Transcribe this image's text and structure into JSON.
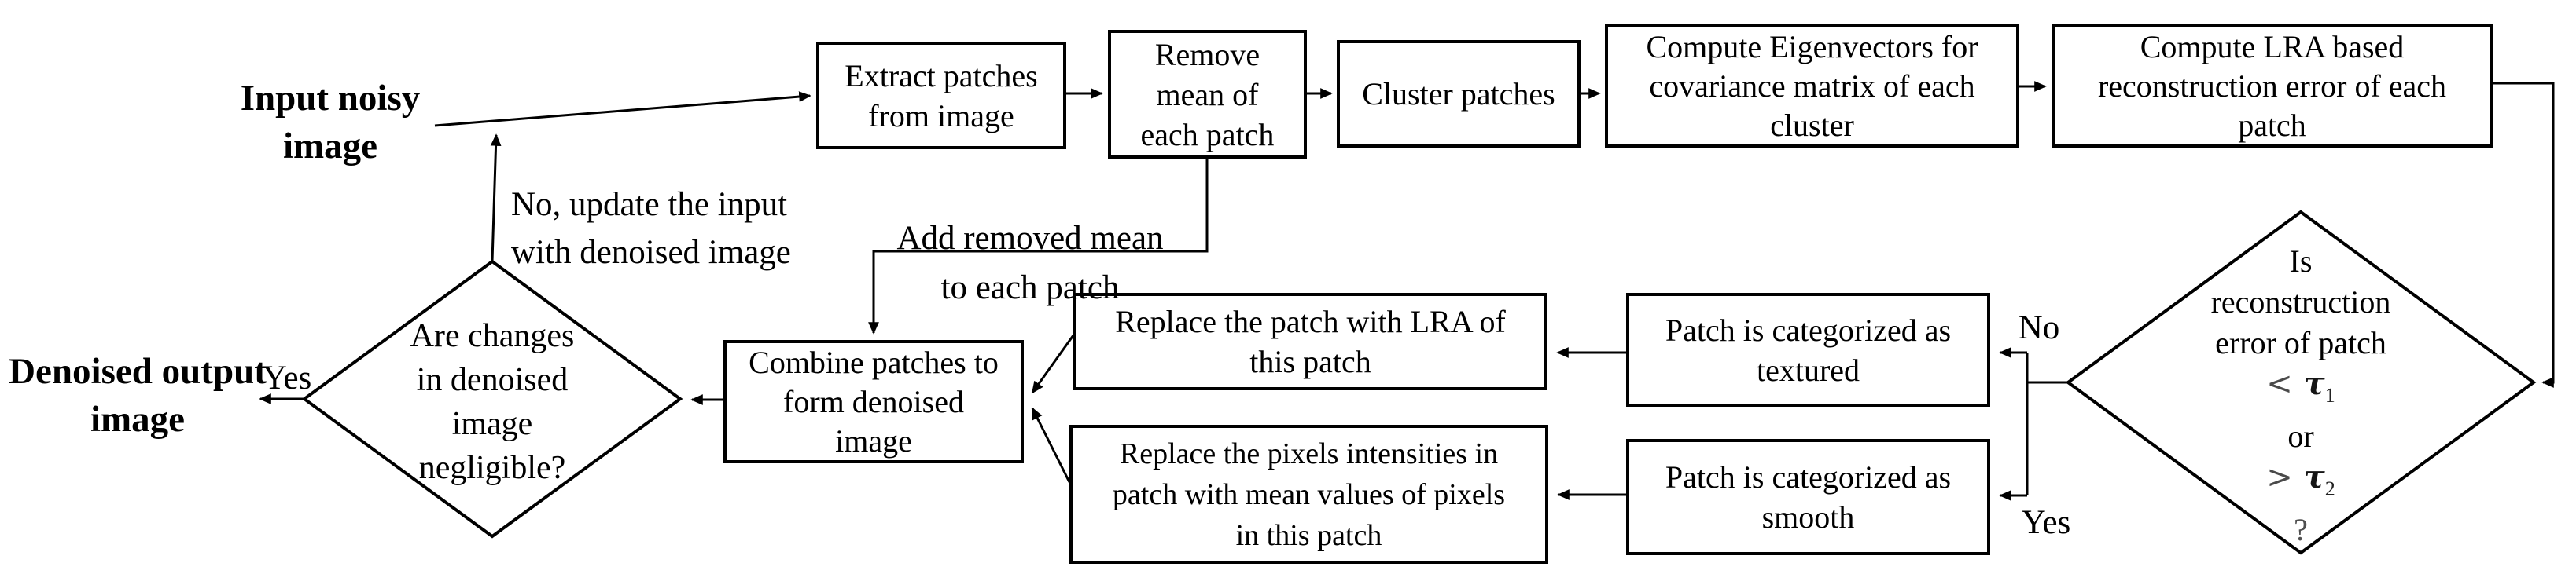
{
  "diagram_type": "flowchart",
  "topic": "patch-based image denoising pipeline",
  "nodes": {
    "input_label": {
      "lines": [
        "Input noisy",
        "image"
      ]
    },
    "extract": {
      "lines": [
        "Extract patches",
        "from image"
      ]
    },
    "remove_mean": {
      "lines": [
        "Remove",
        "mean of",
        "each patch"
      ]
    },
    "cluster": {
      "lines": [
        "Cluster patches"
      ]
    },
    "eigenvectors": {
      "lines": [
        "Compute Eigenvectors for",
        "covariance matrix of each",
        "cluster"
      ]
    },
    "lra_error": {
      "lines": [
        "Compute LRA based",
        "reconstruction error of each",
        "patch"
      ]
    },
    "decision_threshold": {
      "lines": [
        "Is",
        "reconstruction",
        "error of  patch"
      ],
      "cmp1": {
        "op": "<",
        "sym": "τ",
        "sub": "1"
      },
      "or_text": "or",
      "cmp2": {
        "op": ">",
        "sym": "τ",
        "sub": "2"
      },
      "question": "?"
    },
    "textured": {
      "lines": [
        "Patch is categorized as",
        "textured"
      ]
    },
    "smooth": {
      "lines": [
        "Patch is categorized as",
        "smooth"
      ]
    },
    "replace_lra": {
      "lines": [
        "Replace the patch with LRA of",
        "this patch"
      ]
    },
    "replace_pixels": {
      "lines": [
        "Replace the pixels intensities in",
        "patch with mean values of pixels",
        "in this patch"
      ]
    },
    "combine": {
      "lines": [
        "Combine patches to",
        "form denoised",
        "image"
      ]
    },
    "decision_changes": {
      "lines": [
        "Are changes",
        "in denoised",
        "image",
        "negligible?"
      ]
    },
    "output_label": {
      "lines": [
        "Denoised output",
        "image"
      ]
    }
  },
  "edge_labels": {
    "no_update": {
      "lines": [
        "No, update the input",
        "with denoised image"
      ]
    },
    "add_mean": {
      "lines": [
        "Add removed mean",
        "to each patch"
      ]
    },
    "yes_output": "Yes",
    "no_textured": "No",
    "yes_smooth": "Yes"
  },
  "colors": {
    "background": "#ffffff",
    "line": "#000000",
    "box_border": "#000000",
    "text": "#000000",
    "math_symbol_gray": "#4a4a4a"
  }
}
